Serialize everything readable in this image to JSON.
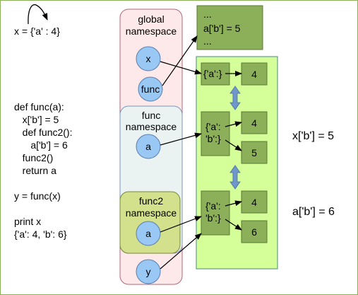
{
  "code": {
    "assign_x": "x = {'a' : 4}",
    "lines": [
      "def func(a):",
      "   x['b'] = 5",
      "   def func2():",
      "      a['b'] = 6",
      "   func2()",
      "   return a",
      "",
      "y = func(x)",
      "",
      "print x",
      "{'a': 4, 'b': 6}"
    ]
  },
  "namespaces": {
    "global": {
      "title_line1": "global",
      "title_line2": "namespace",
      "vars": [
        "x",
        "func",
        "y"
      ]
    },
    "func": {
      "title_line1": "func",
      "title_line2": "namespace",
      "vars": [
        "a"
      ]
    },
    "func2": {
      "title_line1": "func2",
      "title_line2": "namespace",
      "vars": [
        "a"
      ]
    }
  },
  "code_object": {
    "line1": "...",
    "line2": "a['b'] = 5",
    "line3": "..."
  },
  "objects": {
    "dict1": {
      "line1": "{'a':}",
      "value": "4"
    },
    "dict2": {
      "line1": "{'a':",
      "line2": "'b':}",
      "value_a": "4",
      "value_b": "5"
    },
    "dict3": {
      "line1": "{'a':",
      "line2": "'b':}",
      "value_a": "4",
      "value_b": "6"
    }
  },
  "annotations": {
    "x_b": "x['b'] = 5",
    "a_b": "a['b'] = 6"
  },
  "colors": {
    "global_ns_fill": "#fde9e9",
    "func_ns_fill": "#eaf2f2",
    "func2_ns_fill": "#d3e08c",
    "var_circle": "#99c8f5",
    "object_area": "#d4ff99",
    "object_box": "#8cb05a",
    "double_arrow": "#6f97cc"
  }
}
